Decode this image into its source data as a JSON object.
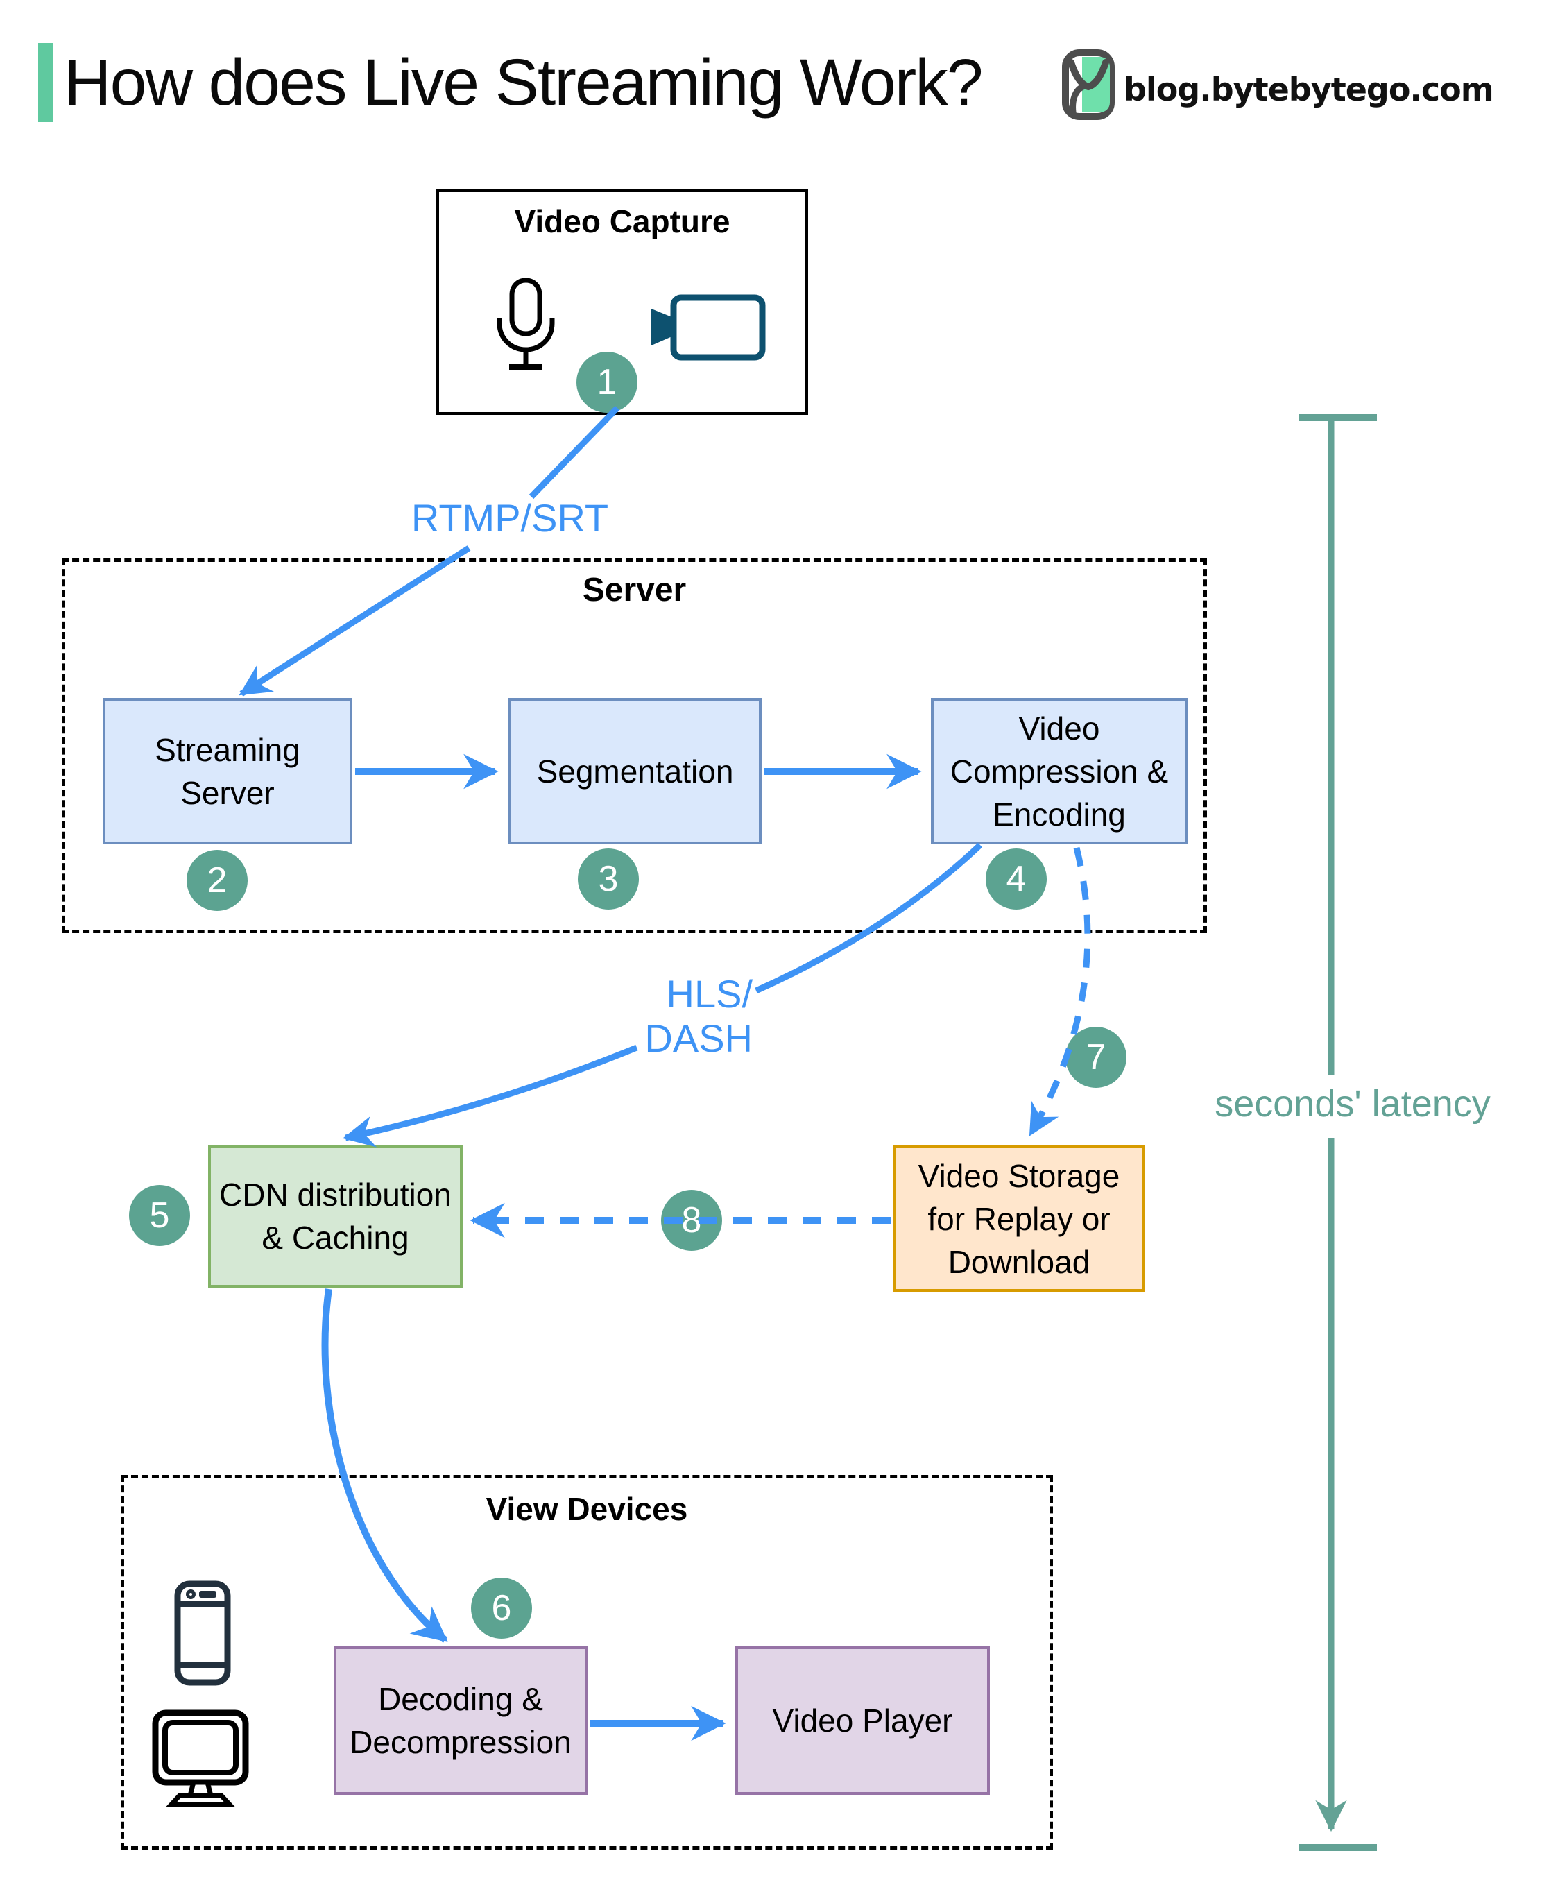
{
  "header": {
    "title": "How does Live Streaming Work?",
    "site": "blog.bytebytego.com"
  },
  "video_capture": {
    "title": "Video Capture"
  },
  "server": {
    "title": "Server",
    "streaming_line1": "Streaming",
    "streaming_line2": "Server",
    "segmentation": "Segmentation",
    "compression_line1": "Video",
    "compression_line2": "Compression &",
    "compression_line3": "Encoding"
  },
  "cdn": {
    "line1": "CDN distribution",
    "line2": "& Caching"
  },
  "storage": {
    "line1": "Video Storage",
    "line2": "for Replay or",
    "line3": "Download"
  },
  "view_devices": {
    "title": "View Devices",
    "decoding_line1": "Decoding &",
    "decoding_line2": "Decompression",
    "player": "Video Player"
  },
  "labels": {
    "rtmp": "RTMP/SRT",
    "hls_line1": "HLS/",
    "hls_line2": "DASH",
    "latency": "seconds' latency"
  },
  "steps": {
    "s1": "1",
    "s2": "2",
    "s3": "3",
    "s4": "4",
    "s5": "5",
    "s6": "6",
    "s7": "7",
    "s8": "8"
  },
  "icons": [
    "mic-icon",
    "video-camera-icon",
    "bytebytego-logo-icon",
    "smartphone-icon",
    "monitor-icon"
  ],
  "colors": {
    "accent_green": "#5fc99f",
    "logo_green": "#6fe0ab",
    "arrow_blue": "#3e93f5",
    "latency_teal": "#63a295",
    "step_circle": "#5ca391",
    "box_blue_fill": "#dae8fc",
    "box_blue_border": "#6c8ebf",
    "box_green_fill": "#d5e8d4",
    "box_green_border": "#82b366",
    "box_orange_fill": "#ffe6cc",
    "box_orange_border": "#d79b00",
    "box_purple_fill": "#e1d5e7",
    "box_purple_border": "#9673a6",
    "camera_teal": "#0d516f",
    "phone_navy": "#22303d"
  }
}
